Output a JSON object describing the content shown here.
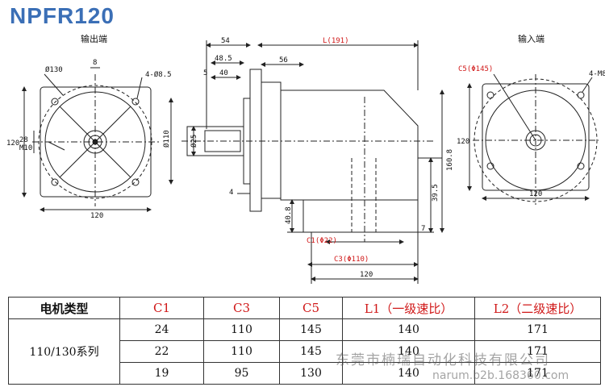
{
  "title": "NPFR120",
  "views": {
    "output_end_label": "输出端",
    "input_end_label": "输入端"
  },
  "dims": {
    "d130": "Ø130",
    "d8": "8",
    "holes_out": "4-Ø8.5",
    "h120_left": "120",
    "d28": "28",
    "m10": "M10",
    "w120_left": "120",
    "d54": "54",
    "d48_5": "48.5",
    "d40": "40",
    "d5": "5",
    "d110": "Ø110",
    "d25": "Ø25",
    "d4": "4",
    "L": "L(191)",
    "d56": "56",
    "d160_8": "160.8",
    "d39_5": "39.5",
    "d40_8": "40.8",
    "d7": "7",
    "c1": "C1(Φ22)",
    "c3": "C3(Φ110)",
    "w120_bottom": "120",
    "c5": "C5(Φ145)",
    "holes_in": "4-M8",
    "h120_right": "120",
    "w120_right": "120"
  },
  "table": {
    "headers": [
      "电机类型",
      "C1",
      "C3",
      "C5",
      "L1（一级速比）",
      "L2（二级速比）"
    ],
    "group_label": "110/130系列",
    "rows": [
      [
        "24",
        "110",
        "145",
        "140",
        "171"
      ],
      [
        "22",
        "110",
        "145",
        "140",
        "171"
      ],
      [
        "19",
        "95",
        "130",
        "140",
        "171"
      ]
    ]
  },
  "watermark": {
    "company": "东莞市楠瑞自动化科技有限公司",
    "site": "narum.b2b.168360.com"
  },
  "colors": {
    "title": "#3b6fb6",
    "red_label": "#d01818",
    "line": "#222222"
  }
}
